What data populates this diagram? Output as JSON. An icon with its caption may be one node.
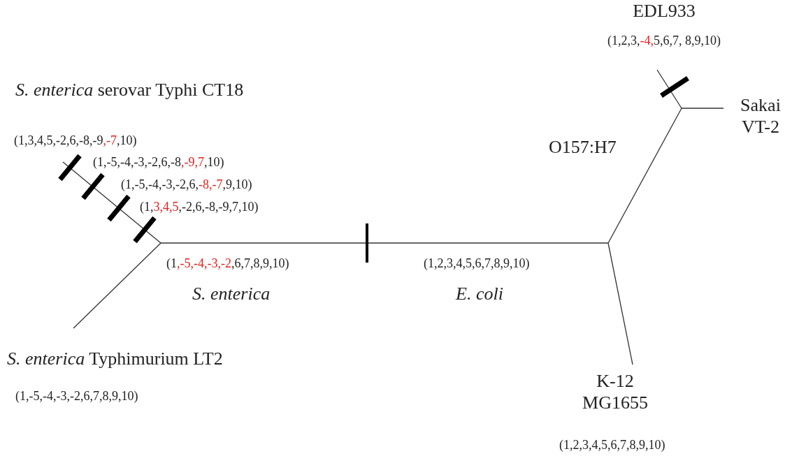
{
  "diagram": {
    "labels": [
      "EDL933",
      "(1,2,3,**-4,**5,6,7, 8,9,10)",
      "*S. enterica* serovar Typhi CT18",
      "Sakai VT-2",
      "(1,3,4,5,-2,6,-8,-9**,-7**,10)",
      "O157:H7",
      "(1,-5,-4,-3,-2,6,-8**,-9,7**,10)",
      "(1,-5,-4,-3,-2,6,**-8,-7**,9,10)",
      "(1,**3,4,5**,-2,6,-8,-9,7,10)",
      "(1**,-5,-4,-3,-2**,6,7,8,9,10)",
      "(1,2,3,4,5,6,7,8,9,10)",
      "S. enterica",
      "E. coli",
      "*S. enterica* Typhimurium LT2",
      "K-12 MG1655",
      "(1,-5,-4,-3,-2,6,7,8,9,10)",
      "(1,2,3,4,5,6,7,8,9,10)"
    ]
  }
}
